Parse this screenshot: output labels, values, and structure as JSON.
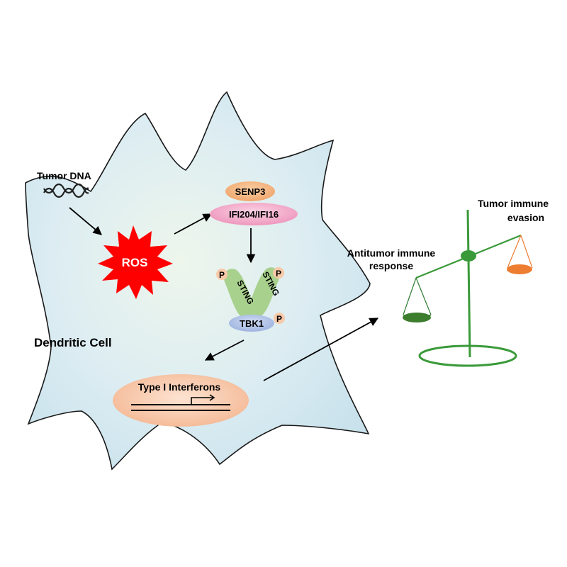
{
  "cell": {
    "label": "Dendritic Cell",
    "fill": "#d9ebf2",
    "stroke": "#1a1a1a"
  },
  "tumor_dna": {
    "label": "Tumor DNA"
  },
  "ros": {
    "label": "ROS",
    "color": "#ff0000"
  },
  "senp3": {
    "label": "SENP3",
    "color": "#f4b183"
  },
  "ifi": {
    "label": "IFI204/IFI16",
    "color": "#f4a6c8"
  },
  "sting": {
    "label_left": "STING",
    "label_right": "STING",
    "color": "#a9d18e"
  },
  "phospho": {
    "label": "P",
    "color": "#f8c9a8"
  },
  "tbk1": {
    "label": "TBK1",
    "color": "#b4c7e7"
  },
  "interferons": {
    "label": "Type I Interferons",
    "color": "#f8cbad"
  },
  "scale": {
    "left_label_line1": "Antitumor immune",
    "left_label_line2": "response",
    "right_label_line1": "Tumor immune",
    "right_label_line2": "evasion",
    "frame_color": "#3a9a3a",
    "left_pan_color": "#3d7d2e",
    "right_pan_color": "#ed7d31"
  }
}
